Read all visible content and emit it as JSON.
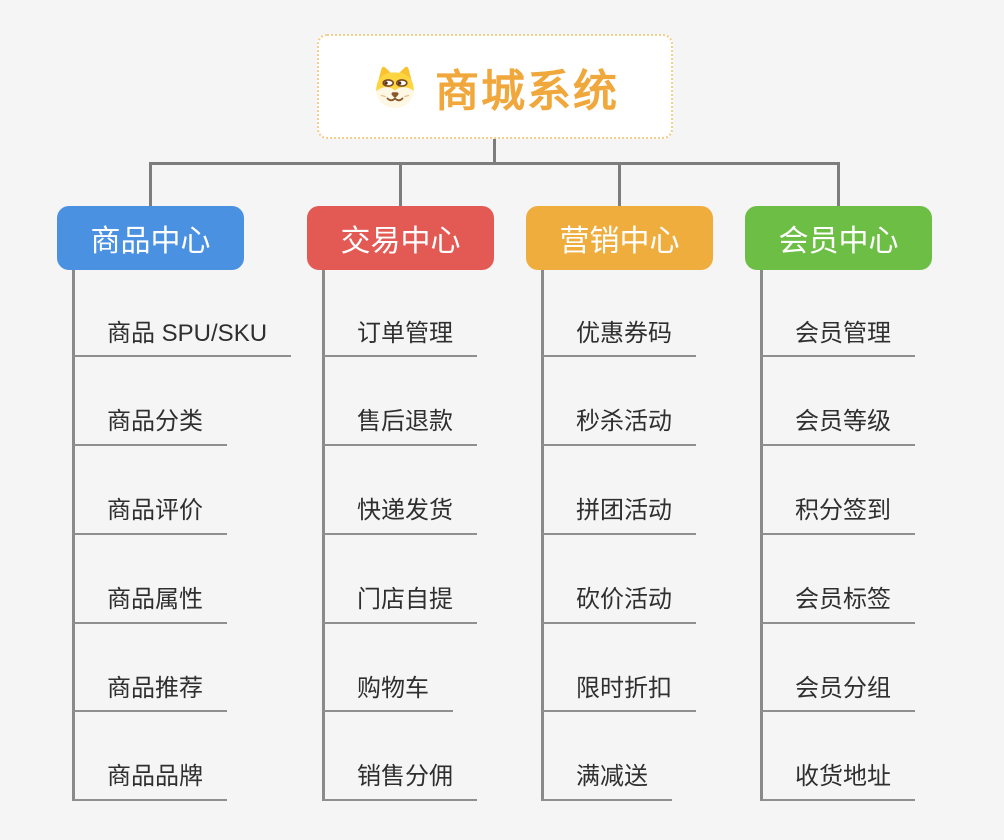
{
  "root": {
    "title": "商城系统",
    "icon": "shiba-dog-icon"
  },
  "branches": [
    {
      "id": "product-center",
      "label": "商品中心",
      "color": "#4b91e2",
      "children": [
        "商品 SPU/SKU",
        "商品分类",
        "商品评价",
        "商品属性",
        "商品推荐",
        "商品品牌"
      ]
    },
    {
      "id": "trade-center",
      "label": "交易中心",
      "color": "#e35a55",
      "children": [
        "订单管理",
        "售后退款",
        "快递发货",
        "门店自提",
        "购物车",
        "销售分佣"
      ]
    },
    {
      "id": "marketing-center",
      "label": "营销中心",
      "color": "#efad3e",
      "children": [
        "优惠券码",
        "秒杀活动",
        "拼团活动",
        "砍价活动",
        "限时折扣",
        "满减送"
      ]
    },
    {
      "id": "member-center",
      "label": "会员中心",
      "color": "#6dbe45",
      "children": [
        "会员管理",
        "会员等级",
        "积分签到",
        "会员标签",
        "会员分组",
        "收货地址"
      ]
    }
  ],
  "colors": {
    "background": "#f5f5f5",
    "connector": "#7d7d7d",
    "leaf_underline": "#8f8f8f",
    "root_accent": "#f0a83c",
    "root_border": "#f3cd8a",
    "leaf_text": "#2f2f2f"
  }
}
